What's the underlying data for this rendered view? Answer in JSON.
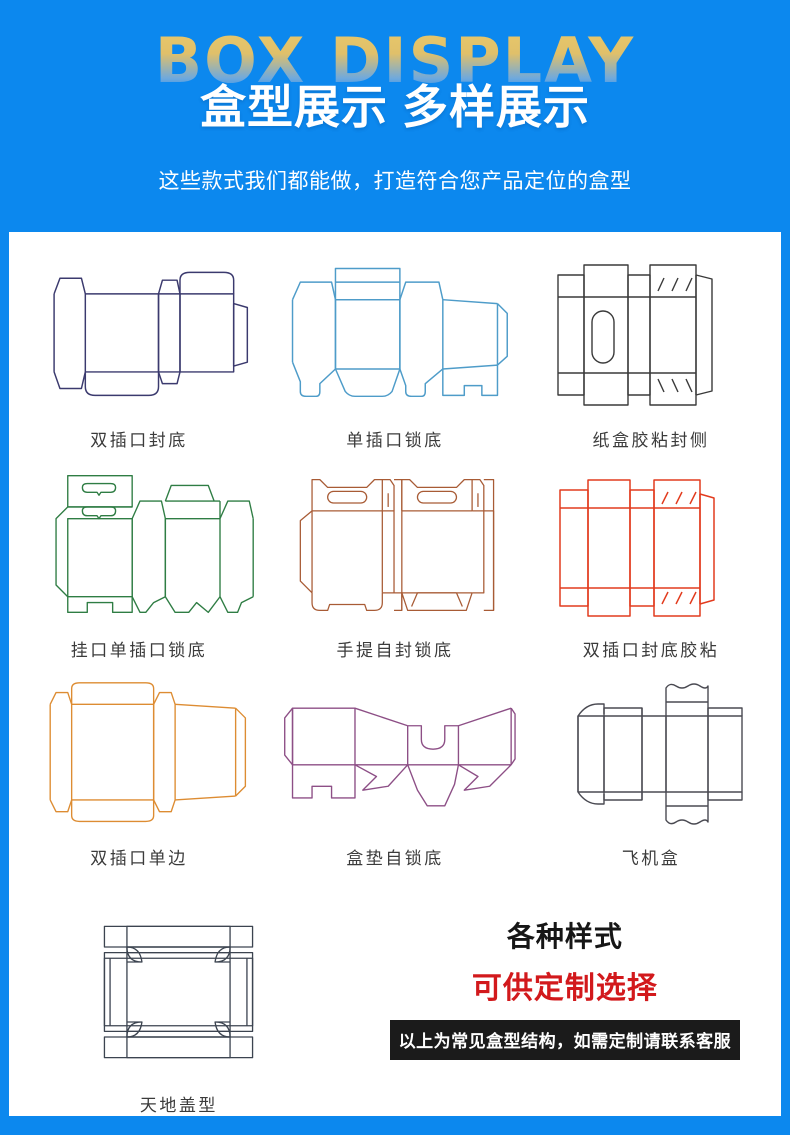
{
  "header": {
    "watermark": "BOX DISPLAY",
    "title_part1": "盒型展示",
    "title_part2": "多样展示",
    "subtitle": "这些款式我们都能做，打造符合您产品定位的盒型",
    "bg_color": "#0c88ee",
    "watermark_gold": "#e8c76a",
    "title_color": "#ffffff"
  },
  "boxes": [
    {
      "caption": "双插口封底",
      "icon": "box-diagram-double-tuck-seal-bottom",
      "color": "#3b3a6e"
    },
    {
      "caption": "单插口锁底",
      "icon": "box-diagram-single-tuck-lock-bottom",
      "color": "#4e9cc9"
    },
    {
      "caption": "纸盒胶粘封侧",
      "icon": "box-diagram-glued-side-seal",
      "color": "#3a3a3a"
    },
    {
      "caption": "挂口单插口锁底",
      "icon": "box-diagram-hanger-single-tuck-lock",
      "color": "#2f7d44"
    },
    {
      "caption": "手提自封锁底",
      "icon": "box-diagram-handle-self-lock-bottom",
      "color": "#a85b35"
    },
    {
      "caption": "双插口封底胶粘",
      "icon": "box-diagram-double-tuck-glued",
      "color": "#e23b1e"
    },
    {
      "caption": "双插口单边",
      "icon": "box-diagram-double-tuck-single-edge",
      "color": "#dd8c32"
    },
    {
      "caption": "盒垫自锁底",
      "icon": "box-diagram-insert-self-lock-bottom",
      "color": "#8d4f86"
    },
    {
      "caption": "飞机盒",
      "icon": "box-diagram-airplane-mailer",
      "color": "#4a4a52"
    }
  ],
  "bottom_box": {
    "caption": "天地盖型",
    "icon": "box-diagram-lid-and-tray",
    "color": "#3c4450"
  },
  "promo": {
    "line1": "各种样式",
    "line2": "可供定制选择",
    "banner": "以上为常见盒型结构，如需定制请联系客服",
    "line1_color": "#161616",
    "line2_color": "#d2191c",
    "banner_bg": "#1b1b1b",
    "banner_color": "#ffffff"
  }
}
